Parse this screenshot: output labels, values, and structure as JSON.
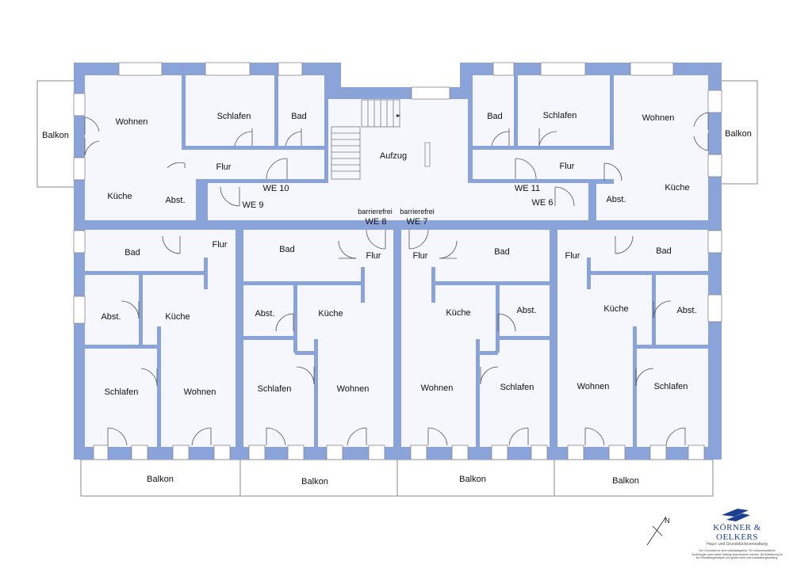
{
  "colors": {
    "wall": "#8aa3d9",
    "floor": "#f5f7fc",
    "balcony": "#ffffff",
    "logo": "#1e3f8f"
  },
  "rooms": {
    "balkon_left": "Balkon",
    "wohnen_we10": "Wohnen",
    "schlafen_we10": "Schlafen",
    "bad_we10": "Bad",
    "flur_we10": "Flur",
    "kueche_we10": "Küche",
    "abst_we10": "Abst.",
    "aufzug": "Aufzug",
    "bad_we11": "Bad",
    "schlafen_we11": "Schlafen",
    "wohnen_we11": "Wohnen",
    "balkon_right": "Balkon",
    "flur_we11": "Flur",
    "abst_we11": "Abst.",
    "kueche_we11": "Küche",
    "bad_we9": "Bad",
    "flur_we9": "Flur",
    "abst_we9": "Abst.",
    "kueche_we9": "Küche",
    "schlafen_we9": "Schlafen",
    "wohnen_we9": "Wohnen",
    "bad_we8": "Bad",
    "flur_we8": "Flur",
    "abst_we8": "Abst.",
    "kueche_we8": "Küche",
    "schlafen_we8": "Schlafen",
    "wohnen_we8": "Wohnen",
    "flur_we7": "Flur",
    "bad_we7": "Bad",
    "kueche_we7": "Küche",
    "abst_we7": "Abst.",
    "wohnen_we7": "Wohnen",
    "schlafen_we7": "Schlafen",
    "flur_we6": "Flur",
    "bad_we6": "Bad",
    "kueche_we6": "Küche",
    "abst_we6": "Abst.",
    "wohnen_we6": "Wohnen",
    "schlafen_we6": "Schlafen",
    "balkon_b1": "Balkon",
    "balkon_b2": "Balkon",
    "balkon_b3": "Balkon",
    "balkon_b4": "Balkon"
  },
  "units": {
    "we10": "WE 10",
    "we9": "WE 9",
    "we8": "WE 8",
    "we7": "WE 7",
    "we11": "WE 11",
    "we6": "WE 6",
    "barrier_free": "barrierefrei"
  },
  "compass": {
    "north": "N"
  },
  "logo": {
    "name": "KÖRNER & OELKERS",
    "subtitle": "Haus- und Grundstücksverwaltung",
    "disclaimer": "Der Grundriss ist nicht maßstabsgetreu. Für zwischenzeitliche Änderungen kann keine Haftung übernommen werden. Die Möblierung ist ein Gestaltungsbeispiel und gehört nicht zum Ausstattungsumfang."
  }
}
